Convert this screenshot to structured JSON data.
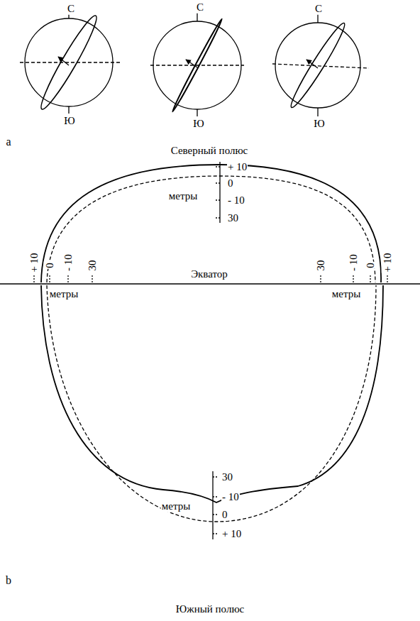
{
  "diagram": {
    "labels": [
      "С",
      "С",
      "С",
      "а",
      "Ю",
      "Ю",
      "Ю",
      "Северный полюс",
      "+ 10",
      "0",
      "- 10",
      "30",
      "метры",
      "+ 10",
      "0",
      "- 10",
      "30",
      "Экватор",
      "30",
      "- 10",
      "0",
      "+ 10",
      "метры",
      "метры",
      "30",
      "- 10",
      "0",
      "+ 10",
      "метры",
      "Южный полюс",
      "b"
    ]
  }
}
